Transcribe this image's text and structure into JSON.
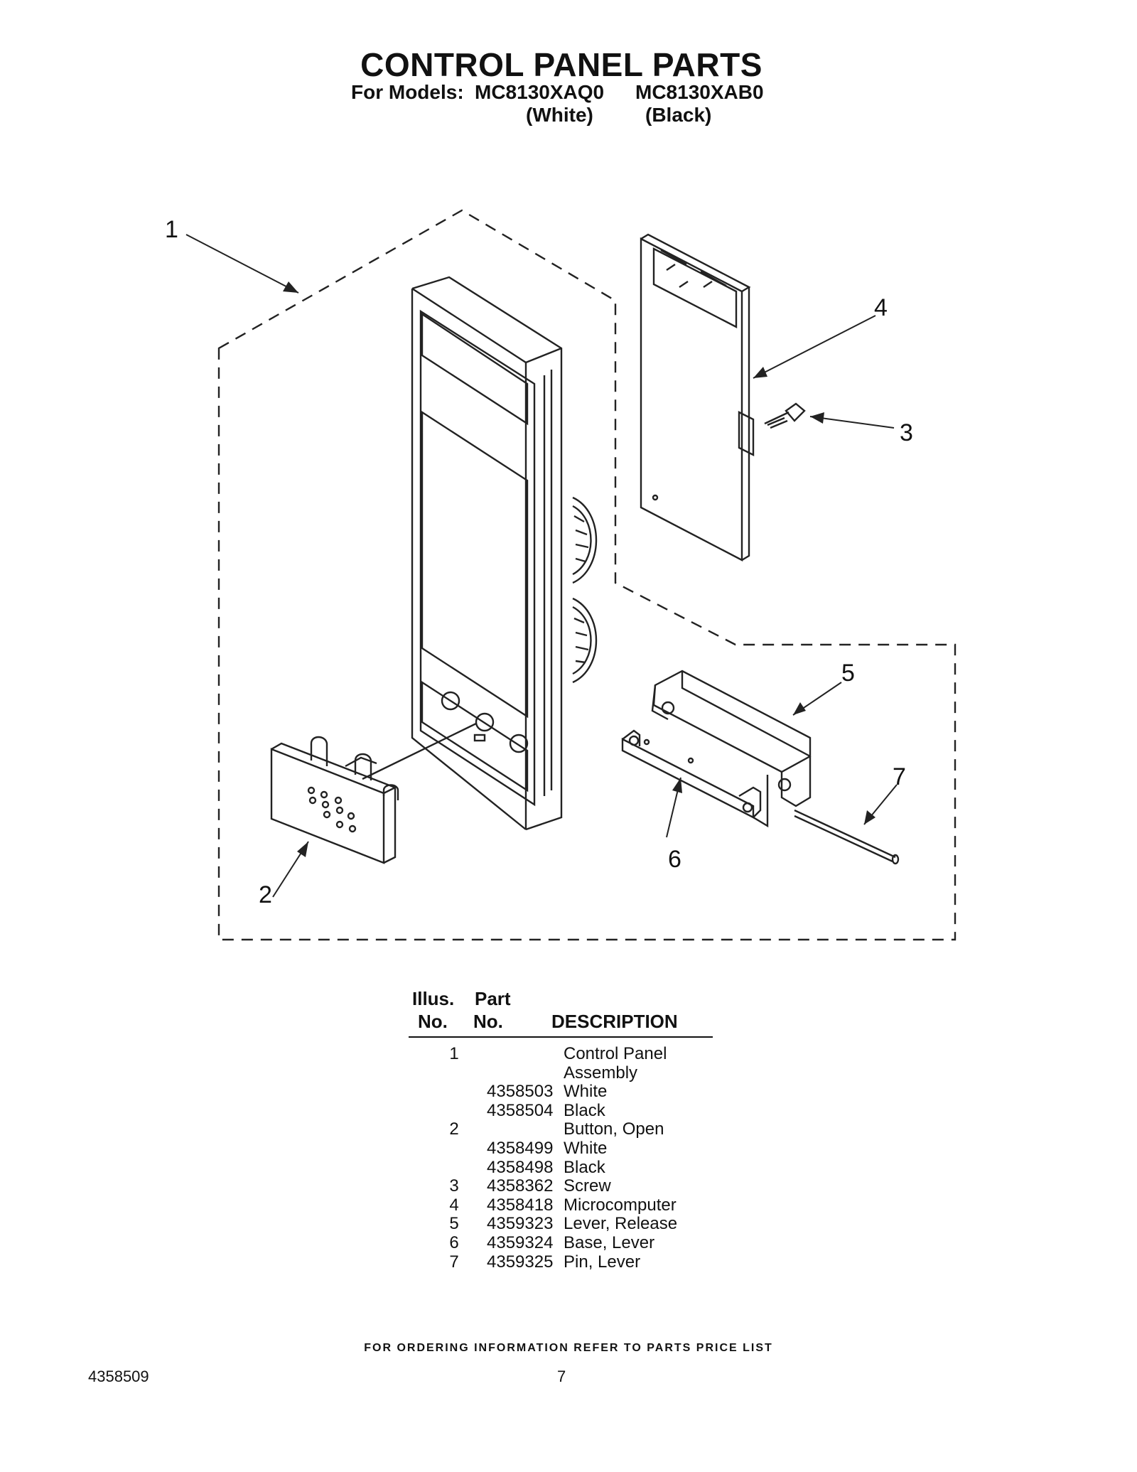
{
  "header": {
    "title": "CONTROL PANEL PARTS",
    "models_label": "For Models:",
    "model_1": "MC8130XAQ0",
    "model_2": "MC8130XAB0",
    "variant_1": "(White)",
    "variant_2": "(Black)"
  },
  "diagram": {
    "callouts": [
      "1",
      "2",
      "3",
      "4",
      "5",
      "6",
      "7"
    ]
  },
  "table": {
    "col1_line1": "Illus.",
    "col1_line2": "No.",
    "col2_line1": "Part",
    "col2_line2": "No.",
    "col3": "DESCRIPTION",
    "rows": [
      {
        "illus": "1",
        "part": "",
        "desc": "Control Panel"
      },
      {
        "illus": "",
        "part": "",
        "desc": "Assembly"
      },
      {
        "illus": "",
        "part": "4358503",
        "desc": "White"
      },
      {
        "illus": "",
        "part": "4358504",
        "desc": "Black"
      },
      {
        "illus": "2",
        "part": "",
        "desc": "Button, Open"
      },
      {
        "illus": "",
        "part": "4358499",
        "desc": "White"
      },
      {
        "illus": "",
        "part": "4358498",
        "desc": "Black"
      },
      {
        "illus": "3",
        "part": "4358362",
        "desc": "Screw"
      },
      {
        "illus": "4",
        "part": "4358418",
        "desc": "Microcomputer"
      },
      {
        "illus": "5",
        "part": "4359323",
        "desc": "Lever, Release"
      },
      {
        "illus": "6",
        "part": "4359324",
        "desc": "Base, Lever"
      },
      {
        "illus": "7",
        "part": "4359325",
        "desc": "Pin, Lever"
      }
    ]
  },
  "footer": {
    "ordering_note": "FOR ORDERING INFORMATION REFER TO PARTS PRICE LIST",
    "doc_number": "4358509",
    "page_number": "7"
  }
}
